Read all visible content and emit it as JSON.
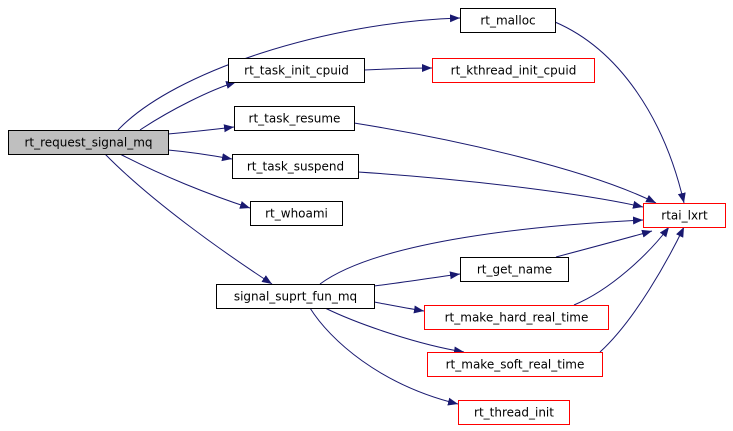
{
  "colors": {
    "root_fill": "#bfbfbf",
    "normal_border": "#000000",
    "leaf_border": "#ff0000",
    "edge": "#191970"
  },
  "nodes": [
    {
      "id": "root",
      "label": "rt_request_signal_mq",
      "kind": "root"
    },
    {
      "id": "malloc",
      "label": "rt_malloc",
      "kind": "normal"
    },
    {
      "id": "task_init_cpuid",
      "label": "rt_task_init_cpuid",
      "kind": "normal"
    },
    {
      "id": "kthread_init_cpuid",
      "label": "rt_kthread_init_cpuid",
      "kind": "leaf"
    },
    {
      "id": "task_resume",
      "label": "rt_task_resume",
      "kind": "normal"
    },
    {
      "id": "task_suspend",
      "label": "rt_task_suspend",
      "kind": "normal"
    },
    {
      "id": "whoami",
      "label": "rt_whoami",
      "kind": "normal"
    },
    {
      "id": "rtai_lxrt",
      "label": "rtai_lxrt",
      "kind": "leaf"
    },
    {
      "id": "signal_suprt",
      "label": "signal_suprt_fun_mq",
      "kind": "normal"
    },
    {
      "id": "get_name",
      "label": "rt_get_name",
      "kind": "normal"
    },
    {
      "id": "make_hard",
      "label": "rt_make_hard_real_time",
      "kind": "leaf"
    },
    {
      "id": "make_soft",
      "label": "rt_make_soft_real_time",
      "kind": "leaf"
    },
    {
      "id": "thread_init",
      "label": "rt_thread_init",
      "kind": "leaf"
    }
  ],
  "edges": [
    {
      "from": "root",
      "to": "malloc"
    },
    {
      "from": "root",
      "to": "task_init_cpuid"
    },
    {
      "from": "root",
      "to": "task_resume"
    },
    {
      "from": "root",
      "to": "task_suspend"
    },
    {
      "from": "root",
      "to": "whoami"
    },
    {
      "from": "root",
      "to": "signal_suprt"
    },
    {
      "from": "task_init_cpuid",
      "to": "kthread_init_cpuid"
    },
    {
      "from": "malloc",
      "to": "rtai_lxrt"
    },
    {
      "from": "task_resume",
      "to": "rtai_lxrt"
    },
    {
      "from": "task_suspend",
      "to": "rtai_lxrt"
    },
    {
      "from": "signal_suprt",
      "to": "rtai_lxrt"
    },
    {
      "from": "signal_suprt",
      "to": "get_name"
    },
    {
      "from": "signal_suprt",
      "to": "make_hard"
    },
    {
      "from": "signal_suprt",
      "to": "make_soft"
    },
    {
      "from": "signal_suprt",
      "to": "thread_init"
    },
    {
      "from": "get_name",
      "to": "rtai_lxrt"
    },
    {
      "from": "make_hard",
      "to": "rtai_lxrt"
    },
    {
      "from": "make_soft",
      "to": "rtai_lxrt"
    }
  ]
}
